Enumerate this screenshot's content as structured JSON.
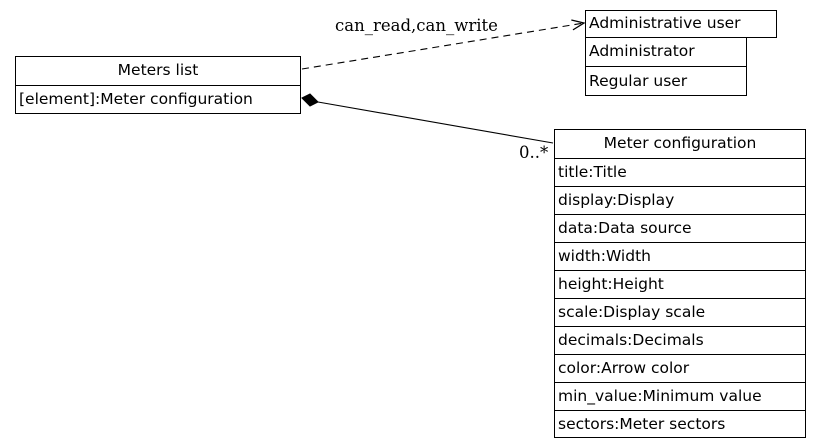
{
  "edges": {
    "permission_label": "can_read,can_write",
    "multiplicity_label": "0..*"
  },
  "meters_list": {
    "title": "Meters list",
    "field": "[element]:Meter configuration"
  },
  "users": {
    "title": "Administrative user",
    "items": [
      "Administrator",
      "Regular user"
    ]
  },
  "meter_configuration": {
    "title": "Meter configuration",
    "fields": [
      "title:Title",
      "display:Display",
      "data:Data source",
      "width:Width",
      "height:Height",
      "scale:Display scale",
      "decimals:Decimals",
      "color:Arrow color",
      "min_value:Minimum value",
      "sectors:Meter sectors"
    ]
  }
}
